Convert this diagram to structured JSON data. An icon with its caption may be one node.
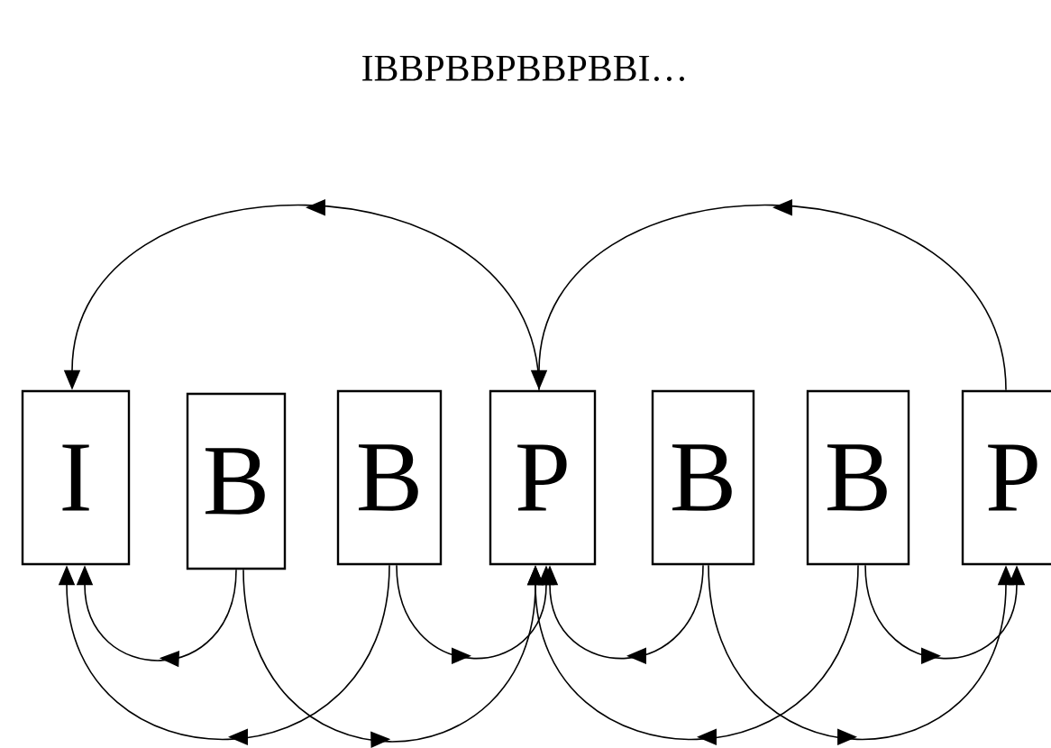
{
  "diagram": {
    "title": "IBBPBBPBBPBBI…",
    "nodes": [
      {
        "text": [
          "I"
        ]
      },
      {
        "text": [
          "B"
        ]
      },
      {
        "text": [
          "B"
        ]
      },
      {
        "text": [
          "P"
        ]
      },
      {
        "text": [
          "B"
        ]
      },
      {
        "text": [
          "B"
        ]
      },
      {
        "text": [
          "P"
        ]
      }
    ],
    "edges": [
      {
        "from": 3,
        "to": 0,
        "arrow": "to"
      },
      {
        "from": 6,
        "to": 3,
        "arrow": "to"
      },
      {
        "from": 1,
        "to": 0,
        "arrow": "to"
      },
      {
        "from": 1,
        "to": 3,
        "arrow": "to"
      },
      {
        "from": 2,
        "to": 0,
        "arrow": "to"
      },
      {
        "from": 2,
        "to": 3,
        "arrow": "to"
      },
      {
        "from": 4,
        "to": 3,
        "arrow": "to"
      },
      {
        "from": 4,
        "to": 6,
        "arrow": "to"
      },
      {
        "from": 5,
        "to": 3,
        "arrow": "to"
      },
      {
        "from": 5,
        "to": 6,
        "arrow": "to"
      }
    ]
  }
}
